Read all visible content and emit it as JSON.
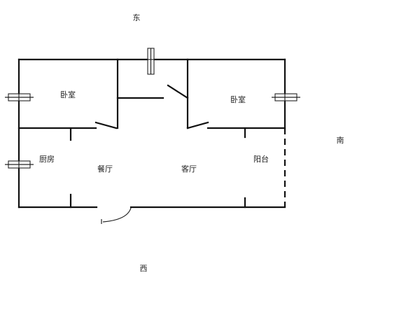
{
  "compass": {
    "east": "东",
    "south": "南",
    "west": "西"
  },
  "rooms": {
    "bedroom_left": "卧室",
    "bedroom_right": "卧室",
    "kitchen": "厨房",
    "dining": "餐厅",
    "living": "客厅",
    "balcony": "阳台"
  }
}
